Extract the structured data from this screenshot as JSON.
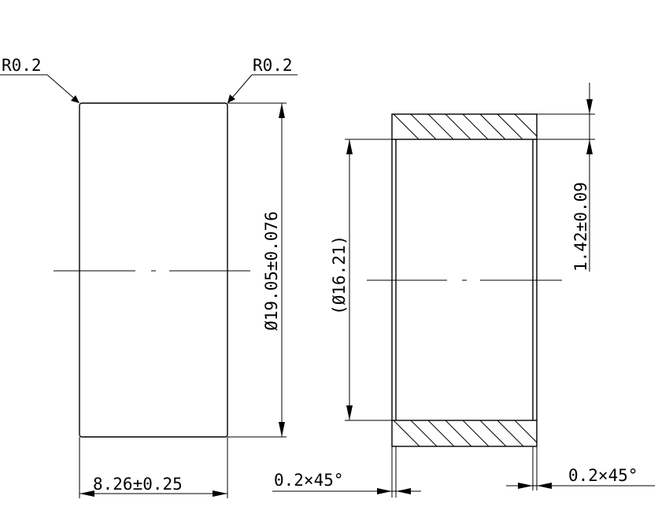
{
  "annotations": {
    "radius_left": "R0.2",
    "radius_right": "R0.2",
    "outer_diameter": "Ø19.05±0.076",
    "inner_diameter": "(Ø16.21)",
    "wall_thickness": "1.42±0.09",
    "length": "8.26±0.25",
    "chamfer_left": "0.2×45°",
    "chamfer_right": "0.2×45°"
  },
  "colors": {
    "line": "#000000",
    "background": "#ffffff"
  }
}
